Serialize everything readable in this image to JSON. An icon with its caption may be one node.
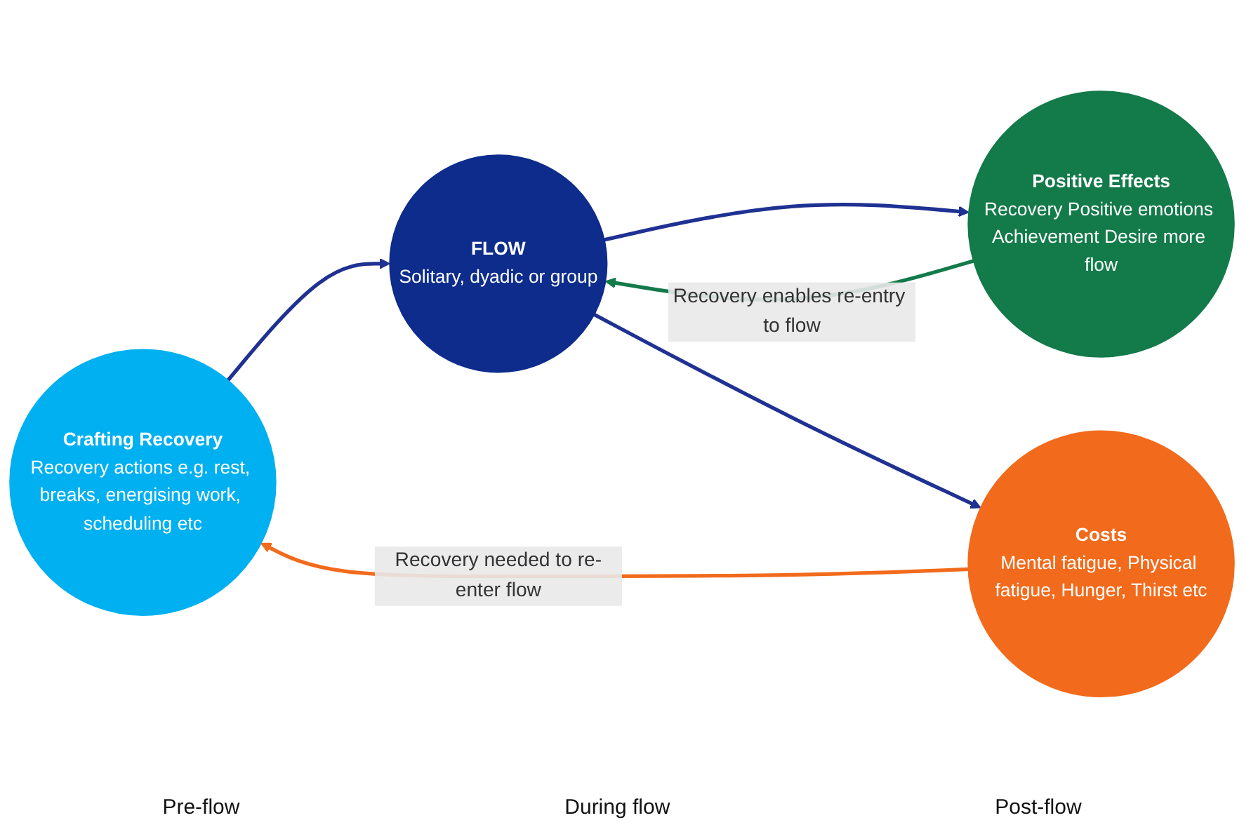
{
  "diagram": {
    "nodes": [
      {
        "text": [
          "Crafting Recovery",
          "Recovery actions e.g. rest, breaks, energising work, scheduling etc"
        ]
      },
      {
        "text": [
          "FLOW",
          "Solitary, dyadic or group"
        ]
      },
      {
        "text": [
          "Positive Effects",
          "Recovery Positive emotions Achievement Desire more flow"
        ]
      },
      {
        "text": [
          "Costs",
          "Mental fatigue, Physical fatigue, Hunger, Thirst etc"
        ]
      }
    ],
    "edges": [
      {
        "from": 0,
        "to": 1,
        "arrow": "to"
      },
      {
        "from": 1,
        "to": 2,
        "arrow": "to"
      },
      {
        "from": 1,
        "to": 3,
        "arrow": "to"
      },
      {
        "from": 2,
        "to": 1,
        "arrow": "to",
        "label": "Recovery enables re-entry to flow",
        "color": "#137a4a"
      },
      {
        "from": 3,
        "to": 0,
        "arrow": "to",
        "label": "Recovery needed to re-enter flow",
        "color": "#f26a1b"
      }
    ],
    "labels": [
      "Pre-flow",
      "During flow",
      "Post-flow"
    ]
  }
}
